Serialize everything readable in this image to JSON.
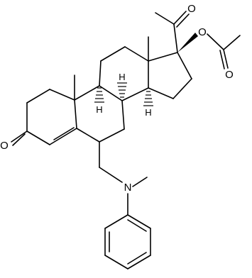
{
  "structure": {
    "atoms": {
      "o_ketone": "O",
      "o_acetyl": "O",
      "o_ester": "O",
      "o_acetate": "O",
      "n_amine": "N",
      "h_c9": "H",
      "h_c8": "H",
      "h_c14": "H"
    }
  },
  "colors": {
    "ink": "#000000",
    "background": "#ffffff"
  }
}
